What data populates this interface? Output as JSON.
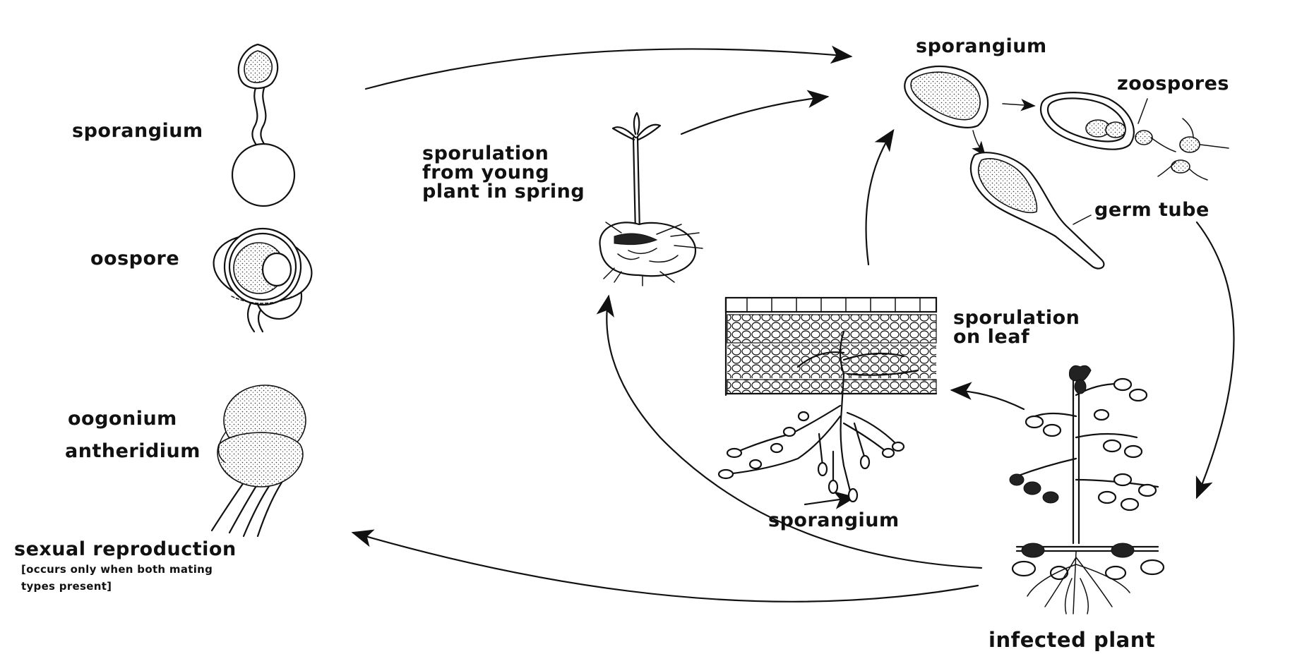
{
  "diagram": {
    "labels": {
      "sporangium_left": "sporangium",
      "oospore": "oospore",
      "oogonium": "oogonium",
      "antheridium": "antheridium",
      "sexual_reproduction": "sexual reproduction",
      "sexual_note_1": "[occurs only when both mating",
      "sexual_note_2": "types present]",
      "sporulation_young_1": "sporulation",
      "sporulation_young_2": "from  young",
      "sporulation_young_3": "plant in spring",
      "sporangium_top": "sporangium",
      "zoospores": "zoospores",
      "germ_tube": "germ tube",
      "sporulation_leaf_1": "sporulation",
      "sporulation_leaf_2": "on leaf",
      "sporangium_leaf": "sporangium",
      "infected_plant": "infected  plant"
    }
  }
}
